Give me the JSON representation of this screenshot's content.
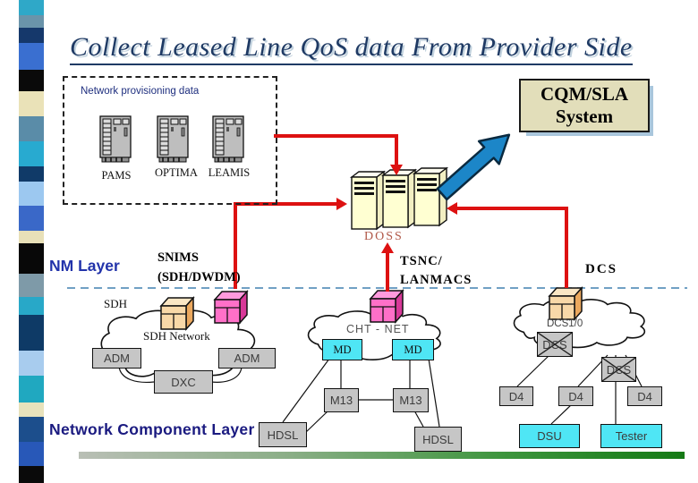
{
  "slide": {
    "title": "Collect Leased Line QoS data From Provider Side"
  },
  "sidebar": {
    "blocks": [
      {
        "h": 17,
        "color": "#2fa8c8"
      },
      {
        "h": 14,
        "color": "#6a94aa"
      },
      {
        "h": 17,
        "color": "#15386b"
      },
      {
        "h": 30,
        "color": "#3a6fd0"
      },
      {
        "h": 24,
        "color": "#0a0a0a"
      },
      {
        "h": 28,
        "color": "#eae2b8"
      },
      {
        "h": 28,
        "color": "#5a8ca8"
      },
      {
        "h": 28,
        "color": "#28aad0"
      },
      {
        "h": 17,
        "color": "#103a68"
      },
      {
        "h": 27,
        "color": "#9cc8f0"
      },
      {
        "h": 28,
        "color": "#3a68c8"
      },
      {
        "h": 14,
        "color": "#e8e0b8"
      },
      {
        "h": 34,
        "color": "#080808"
      },
      {
        "h": 26,
        "color": "#7e9aa8"
      },
      {
        "h": 20,
        "color": "#28a8c8"
      },
      {
        "h": 40,
        "color": "#0e3a66"
      },
      {
        "h": 28,
        "color": "#a8ccee"
      },
      {
        "h": 30,
        "color": "#20a8c0"
      },
      {
        "h": 16,
        "color": "#e8e2bc"
      },
      {
        "h": 28,
        "color": "#1c4e8c"
      },
      {
        "h": 27,
        "color": "#2858b8"
      },
      {
        "h": 19,
        "color": "#0a0a0a"
      }
    ]
  },
  "provisioning": {
    "label": "Network provisioning data",
    "systems": [
      "PAMS",
      "OPTIMA",
      "LEAMIS"
    ]
  },
  "cqm_system": {
    "line1": "CQM/SLA",
    "line2": "System"
  },
  "doss": {
    "label": "DOSS"
  },
  "nm": {
    "layer_label": "NM Layer",
    "snims_line1": "SNIMS",
    "snims_line2": "(SDH/DWDM)",
    "tsnc_line1": "TSNC/",
    "tsnc_line2": "LANMACS",
    "dcs_label": "DCS"
  },
  "sdh_cloud": {
    "sdh_label": "SDH",
    "name": "SDH Network",
    "adm1": "ADM",
    "adm2": "ADM",
    "dxc": "DXC"
  },
  "cht_cloud": {
    "name": "CHT - NET",
    "md1": "MD",
    "md2": "MD",
    "m13_1": "M13",
    "m13_2": "M13",
    "hdsl1": "HDSL",
    "hdsl2": "HDSL"
  },
  "dcs_cloud": {
    "name": "DCS1/0",
    "dcs1": "DCS",
    "dcs2": "DCS",
    "d4_1": "D4",
    "d4_2": "D4",
    "d4_3": "D4",
    "dsu": "DSU",
    "tester": "Tester"
  },
  "component_layer": {
    "label": "Network Component Layer"
  },
  "colors": {
    "red_connector": "#dd1111",
    "blue_arrow": "#1c86c8",
    "layer_divider": "#4080b0",
    "cqm_fill": "#e2deba",
    "cqm_shadow": "#a9c6dc",
    "gray_box": "#c6c6c6",
    "cyan_box": "#4fe6f5",
    "pink_cube": "#ff70c8",
    "tan_cube": "#f8d8a8",
    "server_cream": "#ffffd2",
    "green_bar": "#157a15"
  }
}
